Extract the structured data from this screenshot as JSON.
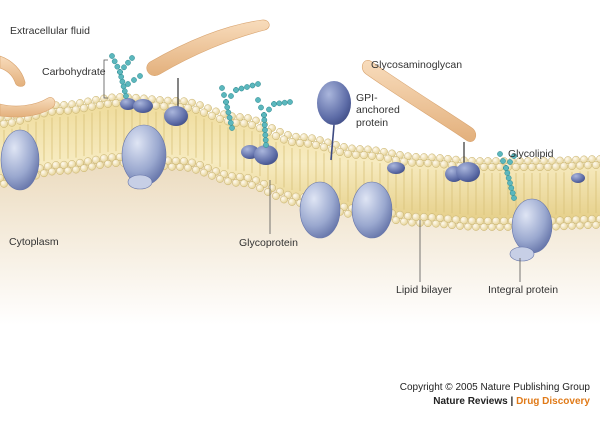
{
  "labels": {
    "extracellular": "Extracellular fluid",
    "carbohydrate": "Carbohydrate",
    "glycosaminoglycan": "Glycosaminoglycan",
    "gpi_line1": "GPI-",
    "gpi_line2": "anchored",
    "gpi_line3": "protein",
    "glycolipid": "Glycolipid",
    "cytoplasm": "Cytoplasm",
    "glycoprotein": "Glycoprotein",
    "lipid_bilayer": "Lipid bilayer",
    "integral_protein": "Integral protein"
  },
  "credit": {
    "copyright": "Copyright © 2005 Nature Publishing Group",
    "journal": "Nature Reviews",
    "separator": " | ",
    "section": "Drug Discovery"
  },
  "colors": {
    "head": "#f4e7b3",
    "tail": "#e8d491",
    "protein": "#a7b4d7",
    "protein_dark": "#5b6aa3",
    "sugar": "#5bb7bd",
    "gag": "#f2c79b",
    "cytoplasm": "#efdfc4",
    "orange": "#e07a18"
  }
}
